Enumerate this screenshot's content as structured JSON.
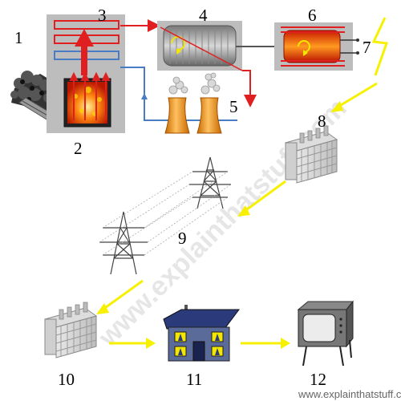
{
  "labels": {
    "coal_pile": "1",
    "furnace": "2",
    "boiler": "3",
    "turbine": "4",
    "condenser_pipe": "5",
    "generator": "6",
    "generator_output": "7",
    "step_up_transformer": "8",
    "power_lines": "9",
    "step_down_transformer": "10",
    "home": "11",
    "appliance": "12"
  },
  "watermark": "www.explainthatstuff.com",
  "credit": "www.explainthatstuff.com",
  "colors": {
    "panel": "#bdbdbd",
    "steam_red": "#e02020",
    "cool_blue": "#4a7cc4",
    "flow_arrow": "#f7f000",
    "fire": "#ff6a00",
    "tower": "#f39a1a",
    "house_roof": "#2a3a7a",
    "house_wall": "#5a6b9a",
    "window_yellow": "#f3e600"
  }
}
